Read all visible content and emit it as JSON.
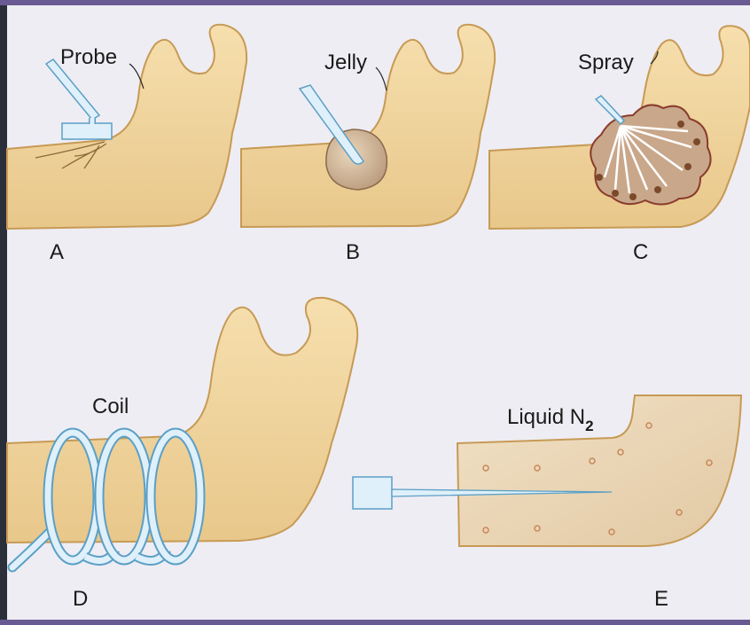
{
  "labels": {
    "probe": "Probe",
    "jelly": "Jelly",
    "spray": "Spray",
    "coil": "Coil",
    "liquid": "Liquid N",
    "liquid_sub": "2"
  },
  "panels": {
    "a": "A",
    "b": "B",
    "c": "C",
    "d": "D",
    "e": "E"
  },
  "colors": {
    "bone": "#f2d79e",
    "bone_outline": "#c79a55",
    "probe_blue": "#dff0fa",
    "probe_outline": "#5b9fc6",
    "frame_purple": "#6a5a93",
    "lesion": "#c9a78b",
    "lesion_outline": "#8a3c2c"
  }
}
